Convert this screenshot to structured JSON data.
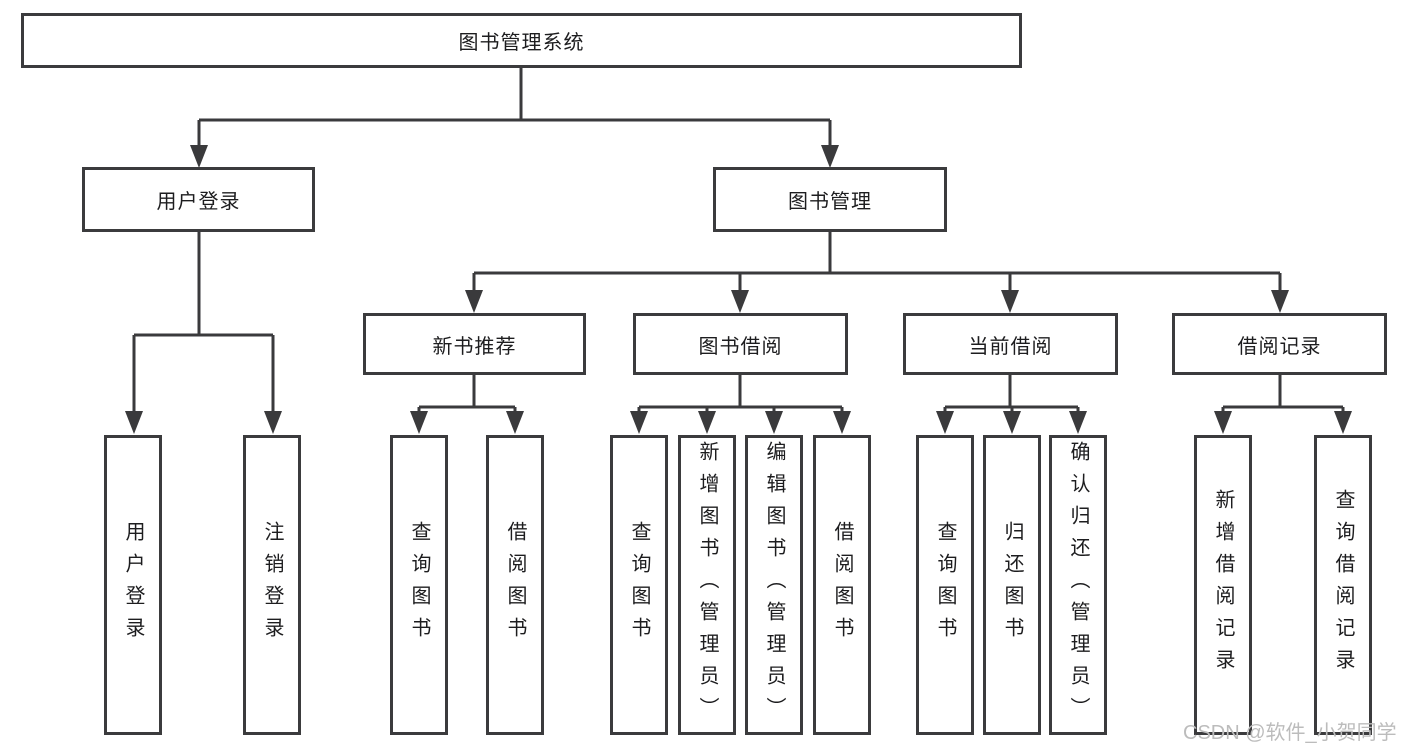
{
  "tree": {
    "label": "图书管理系统",
    "children": [
      {
        "label": "用户登录",
        "children": [
          {
            "label": "用户登录"
          },
          {
            "label": "注销登录"
          }
        ]
      },
      {
        "label": "图书管理",
        "children": [
          {
            "label": "新书推荐",
            "children": [
              {
                "label": "查询图书"
              },
              {
                "label": "借阅图书"
              }
            ]
          },
          {
            "label": "图书借阅",
            "children": [
              {
                "label": "查询图书"
              },
              {
                "label": "新增图书（管理员）"
              },
              {
                "label": "编辑图书（管理员）"
              },
              {
                "label": "借阅图书"
              }
            ]
          },
          {
            "label": "当前借阅",
            "children": [
              {
                "label": "查询图书"
              },
              {
                "label": "归还图书"
              },
              {
                "label": "确认归还（管理员）"
              }
            ]
          },
          {
            "label": "借阅记录",
            "children": [
              {
                "label": "新增借阅记录"
              },
              {
                "label": "查询借阅记录"
              }
            ]
          }
        ]
      }
    ]
  },
  "watermark": {
    "text": "CSDN @软件_小贺同学"
  },
  "colors": {
    "line": "#3a3a3c",
    "box_border": "#3b3b3d",
    "text": "#1d1d1f",
    "watermark": "#bcbcbc",
    "background": "#ffffff"
  }
}
